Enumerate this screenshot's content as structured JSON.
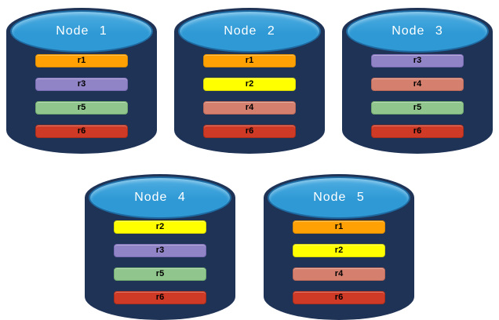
{
  "diagram": {
    "background": "#FFFFFF",
    "node_body_color": "#1F3356",
    "node_top_color": "#2E99D5",
    "node_top_highlight": "#4FAEE2",
    "title_color": "#FFFFFF",
    "bar_label_color": "#000000"
  },
  "replicas": {
    "r1": {
      "label": "r1",
      "fill": "#FFA104",
      "border": "#DB8B00"
    },
    "r2": {
      "label": "r2",
      "fill": "#FFFF00",
      "border": "#D9D900"
    },
    "r3": {
      "label": "r3",
      "fill": "#9184C6",
      "border": "#7A6BB5"
    },
    "r4": {
      "label": "r4",
      "fill": "#D5806F",
      "border": "#BC6959"
    },
    "r5": {
      "label": "r5",
      "fill": "#90C68D",
      "border": "#72AB70"
    },
    "r6": {
      "label": "r6",
      "fill": "#CE3A26",
      "border": "#A92E1C"
    }
  },
  "nodes": [
    {
      "title": "Node 1",
      "replicas": [
        "r1",
        "r3",
        "r5",
        "r6"
      ]
    },
    {
      "title": "Node 2",
      "replicas": [
        "r1",
        "r2",
        "r4",
        "r6"
      ]
    },
    {
      "title": "Node 3",
      "replicas": [
        "r3",
        "r4",
        "r5",
        "r6"
      ]
    },
    {
      "title": "Node 4",
      "replicas": [
        "r2",
        "r3",
        "r5",
        "r6"
      ]
    },
    {
      "title": "Node 5",
      "replicas": [
        "r1",
        "r2",
        "r4",
        "r6"
      ]
    }
  ]
}
